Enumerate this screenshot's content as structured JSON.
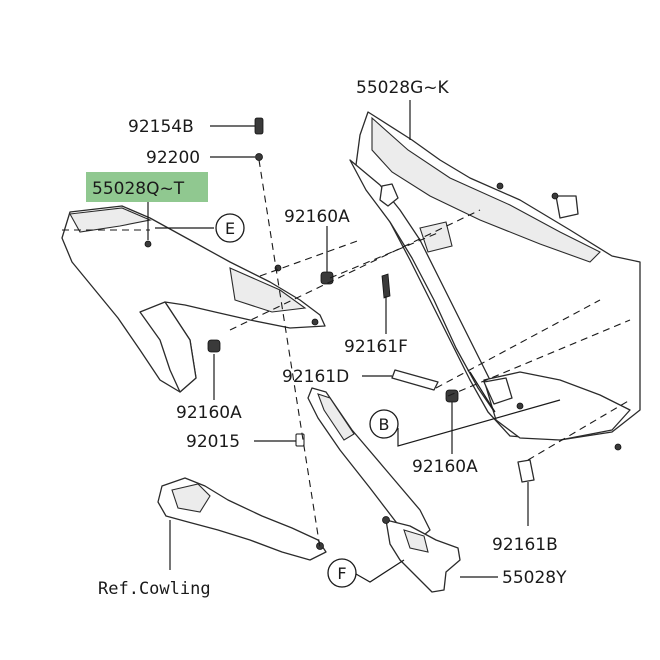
{
  "labels": {
    "p55028gk": "55028G~K",
    "p92154b": "92154B",
    "p92200": "92200",
    "p55028qt": "55028Q~T",
    "p92160a_top": "92160A",
    "p92161f": "92161F",
    "p92161d": "92161D",
    "p92160a_left": "92160A",
    "p92015": "92015",
    "p92160a_mid": "92160A",
    "p92161b": "92161B",
    "p55028y": "55028Y",
    "ref_cowling": "Ref.Cowling"
  },
  "callouts": {
    "e": "E",
    "b": "B",
    "f": "F"
  },
  "colors": {
    "highlight": "#90c890",
    "line": "#1a1a1a"
  }
}
